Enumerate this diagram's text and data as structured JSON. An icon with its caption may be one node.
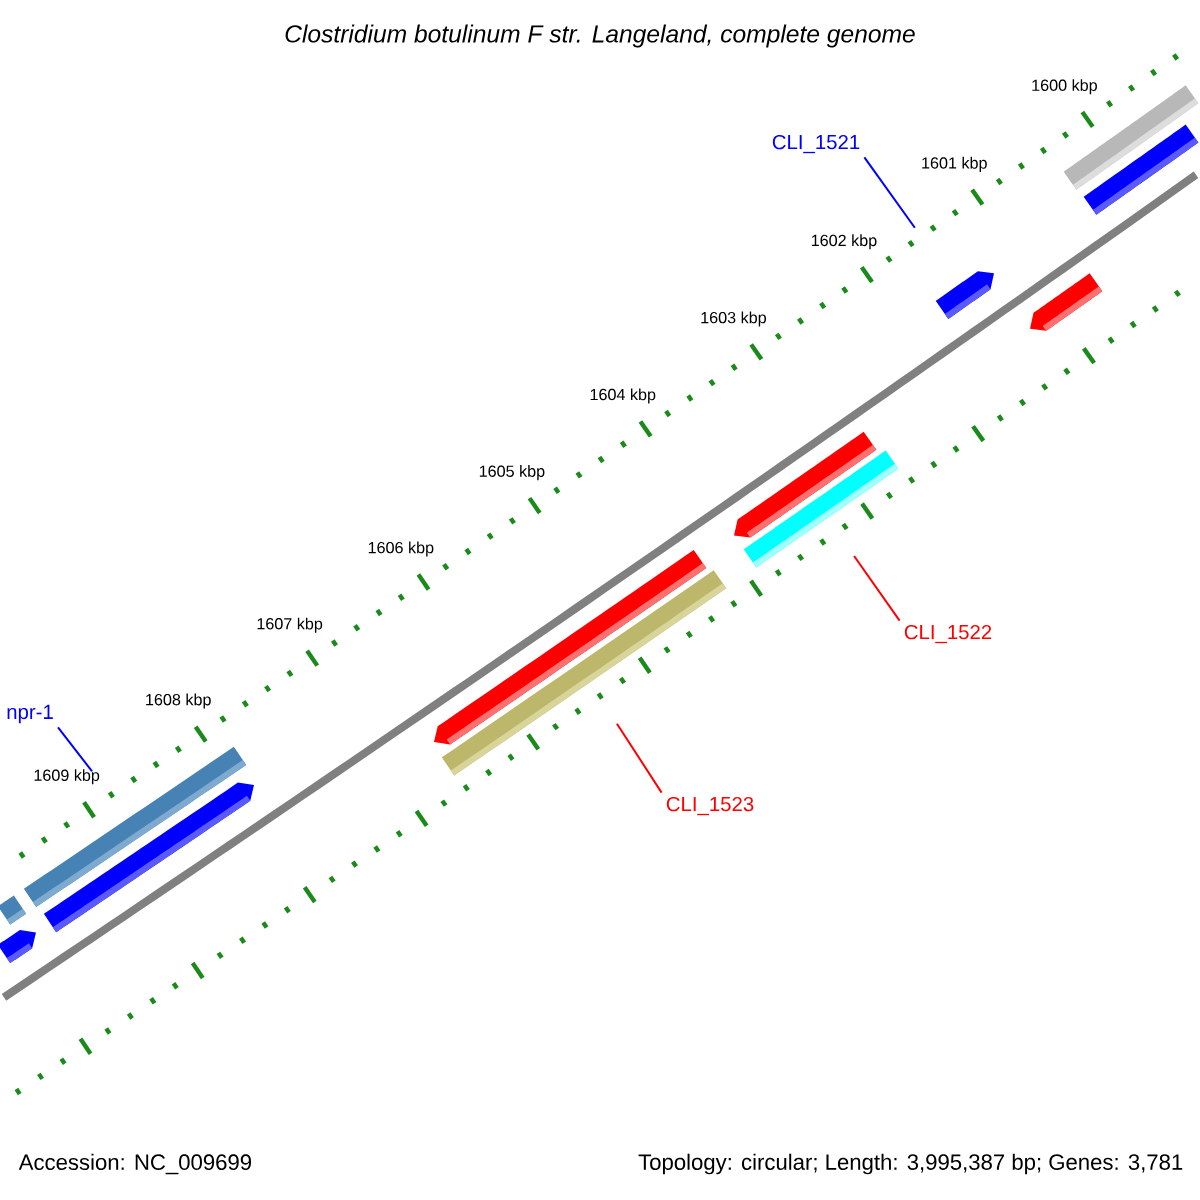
{
  "diagram": {
    "title": "Clostridium botulinum F str. Langeland, complete genome",
    "nodes": [
      {
        "text": [
          "CLI_1521"
        ]
      },
      {
        "text": [
          "CLI_1522"
        ]
      },
      {
        "text": [
          "CLI_1523"
        ]
      },
      {
        "text": [
          "npr-1"
        ]
      },
      {
        "text": [],
        "shape": "bar"
      },
      {
        "text": [],
        "shape": "bar"
      },
      {
        "text": [],
        "shape": "bar"
      },
      {
        "text": [],
        "shape": "bar"
      }
    ],
    "edges": [
      {
        "from": 0,
        "to": 4,
        "arrow": "none",
        "color": "#0000ff"
      },
      {
        "from": 1,
        "to": 5,
        "arrow": "none",
        "color": "#ff0000"
      },
      {
        "from": 2,
        "to": 6,
        "arrow": "none",
        "color": "#ff0000"
      },
      {
        "from": 3,
        "to": 7,
        "arrow": "none",
        "color": "#0000ff"
      }
    ],
    "labels": [
      "1600 kbp",
      "1601 kbp",
      "1602 kbp",
      "1603 kbp",
      "1604 kbp",
      "1605 kbp",
      "1606 kbp",
      "1607 kbp",
      "1608 kbp",
      "1609 kbp",
      "Accession: NC_009699",
      "Topology: circular; Length: 3,995,387 bp; Genes: 3,781"
    ]
  }
}
